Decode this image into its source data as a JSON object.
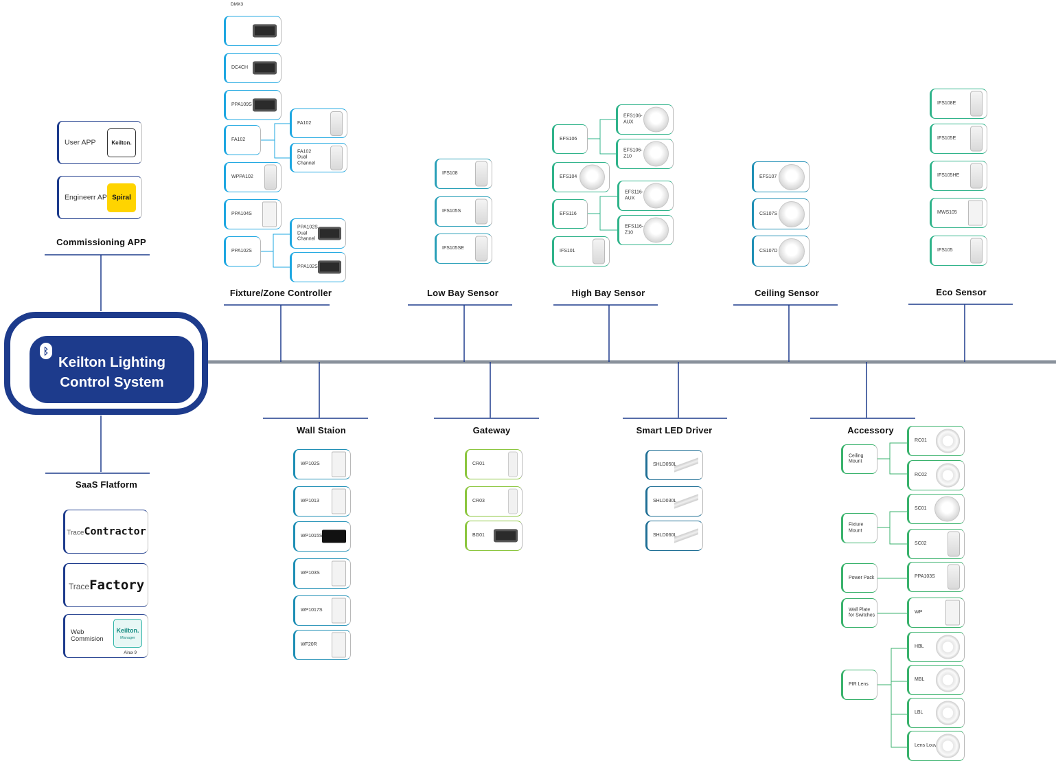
{
  "center": {
    "title": "Keilton Lighting\nControl System"
  },
  "colors": {
    "navy": "#1d3b8c",
    "cyan": "#1ea7e1",
    "teal": "#1fa7a6",
    "green": "#39b26c",
    "lime": "#8cc63f"
  },
  "commissioning": {
    "title": "Commissioning APP",
    "items": [
      {
        "label": "User APP",
        "logo_text": "Keilton."
      },
      {
        "label": "Engineerr APP",
        "logo_text": "Spiral"
      }
    ]
  },
  "saas": {
    "title": "SaaS Flatform",
    "items": [
      {
        "label_pre": "Trace",
        "label_main": "Contractor"
      },
      {
        "label_pre": "Trace",
        "label_main": "Factory"
      },
      {
        "label": "Web\nCommision",
        "logo_text": "Keilton.",
        "logo_sub": "Manager",
        "caption": "Airux 9"
      }
    ]
  },
  "groups": {
    "fixture": {
      "title": "Fixture/Zone Controller",
      "top_label": "DMX3",
      "items": [
        "",
        "DC4CH",
        "PPA109S",
        "FA102",
        "WPPA102",
        "PPA104S",
        "PPA102S"
      ],
      "sub_fa102": [
        "FA102",
        "FA102\nDual\nChannel"
      ],
      "sub_ppa102s": [
        "PPA102S\nDual\nChannel",
        "PPA102S"
      ]
    },
    "lowbay": {
      "title": "Low Bay Sensor",
      "items": [
        "IFS108",
        "IFS105S",
        "IFS105SE"
      ]
    },
    "highbay": {
      "title": "High Bay Sensor",
      "items": [
        "EFS106",
        "EFS104",
        "EFS116",
        "IFS101"
      ],
      "sub_efs106": [
        "EFS106-\nAUX",
        "EFS106-\nZ10"
      ],
      "sub_efs116": [
        "EFS116-\nAUX",
        "EFS116-\nZ10"
      ]
    },
    "ceiling": {
      "title": "Ceiling Sensor",
      "items": [
        "EFS107",
        "CS107S",
        "CS107D"
      ]
    },
    "eco": {
      "title": "Eco Sensor",
      "items": [
        "IFS108E",
        "IFS105E",
        "IFS105HE",
        "MWS105",
        "IFS105"
      ]
    },
    "wall": {
      "title": "Wall Staion",
      "items": [
        "WP102S",
        "WP1013",
        "WP1015S",
        "WP103S",
        "WP1017S",
        "WF20R"
      ]
    },
    "gateway": {
      "title": "Gateway",
      "items": [
        "CR01",
        "CR03",
        "BG01"
      ]
    },
    "driver": {
      "title": "Smart LED Driver",
      "items": [
        "SHLD050L",
        "SHLD030L",
        "SHLD060L"
      ]
    },
    "accessory": {
      "title": "Accessory",
      "categories": [
        "Ceiling\nMount",
        "Fixture\nMount",
        "Power Pack",
        "Wall Plate\nfor Switches",
        "PIR Lens"
      ],
      "items": [
        "RC01",
        "RC02",
        "SC01",
        "SC02",
        "PPA103S",
        "WP",
        "HBL",
        "MBL",
        "LBL",
        "Lens Louver"
      ]
    }
  }
}
